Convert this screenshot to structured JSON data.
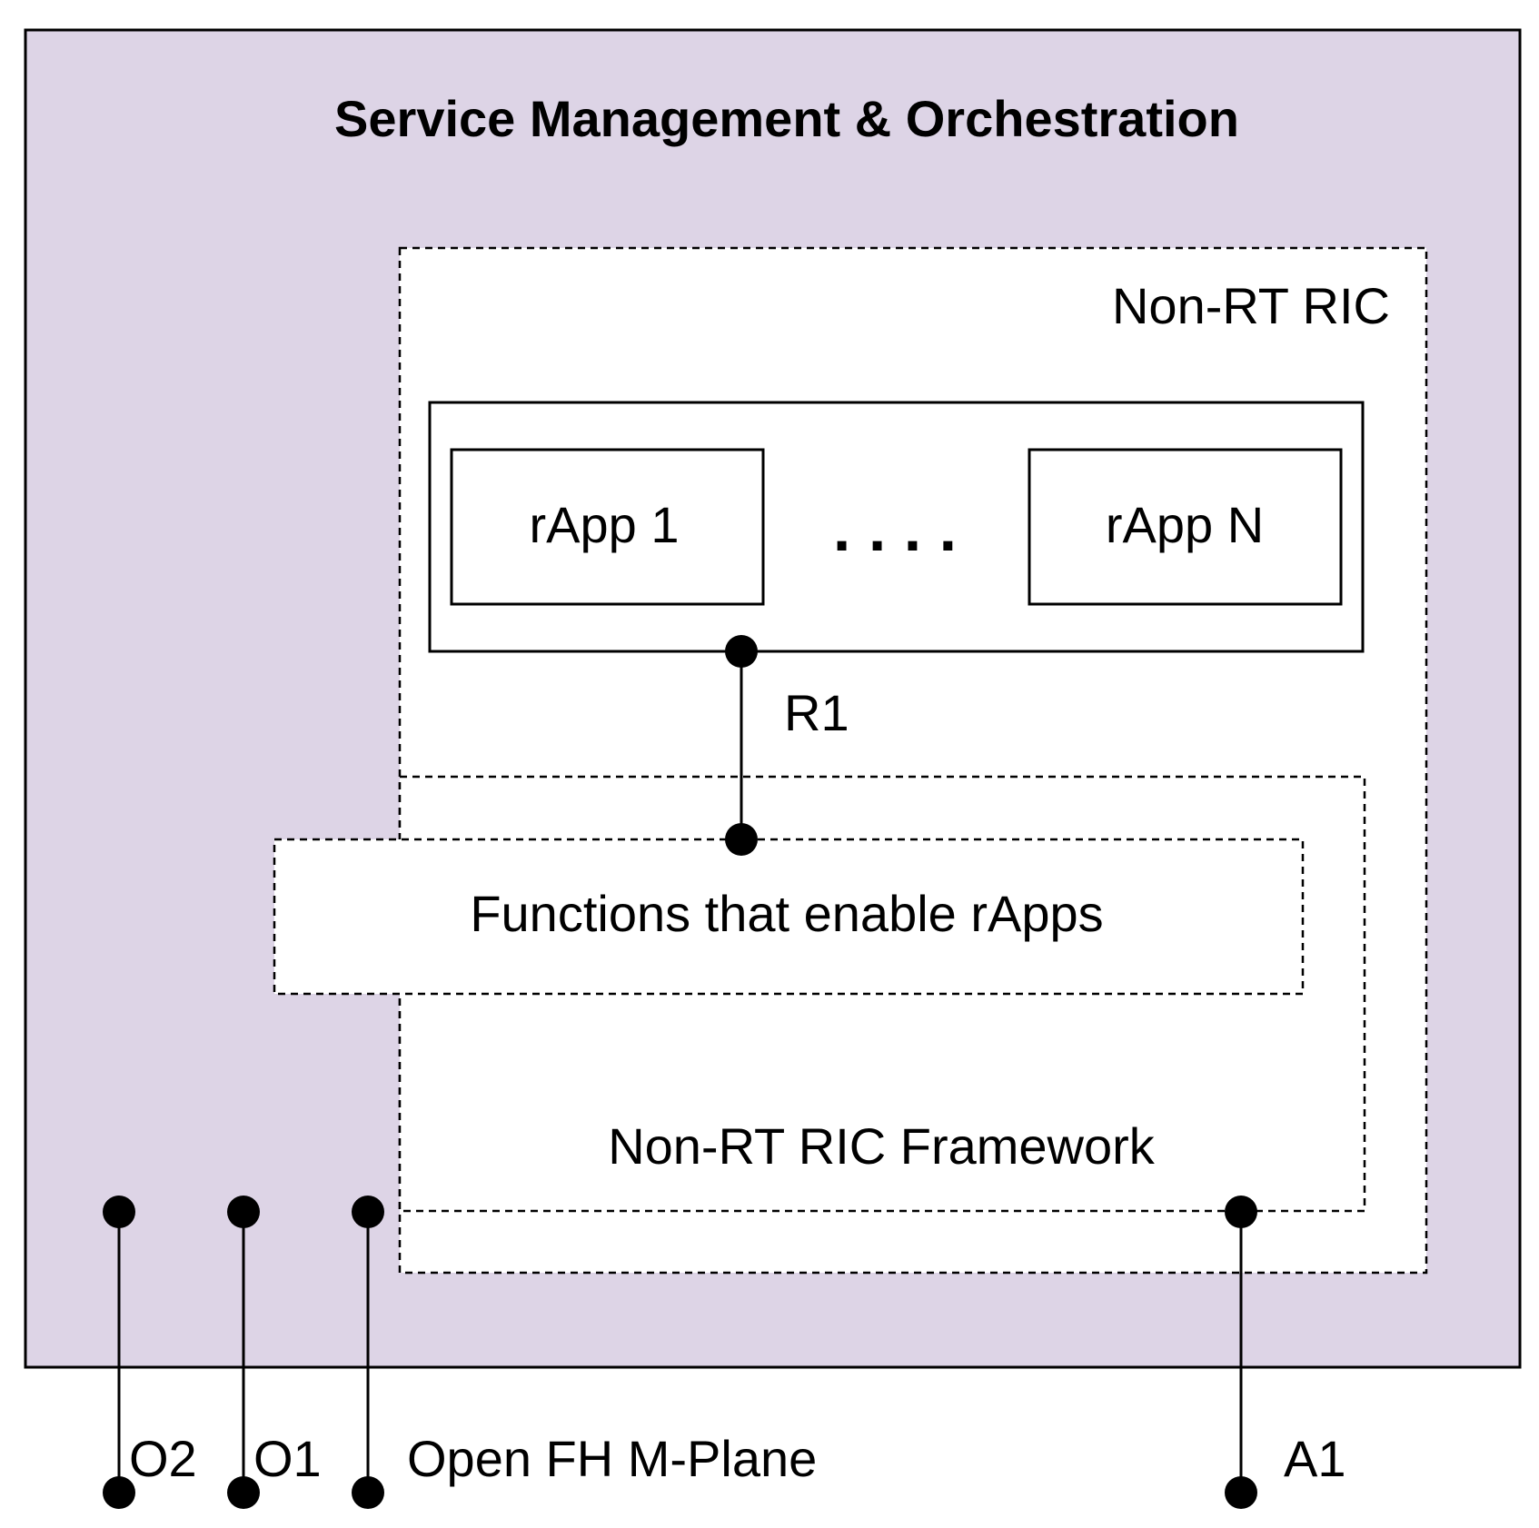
{
  "colors": {
    "smo_fill": "#ddd4e6",
    "box_fill": "#ffffff",
    "stroke": "#000000"
  },
  "smo": {
    "title": "Service Management & Orchestration"
  },
  "non_rt_ric": {
    "title": "Non-RT RIC",
    "rapps": [
      {
        "label": "rApp 1"
      },
      {
        "label": "rApp N"
      }
    ],
    "ellipsis": ". . . ."
  },
  "interfaces": {
    "r1": "R1",
    "o2": "O2",
    "o1": "O1",
    "open_fh": "Open FH M-Plane",
    "a1": "A1"
  },
  "functions": {
    "label": "Functions that enable rApps"
  },
  "framework": {
    "label": "Non-RT RIC Framework"
  }
}
